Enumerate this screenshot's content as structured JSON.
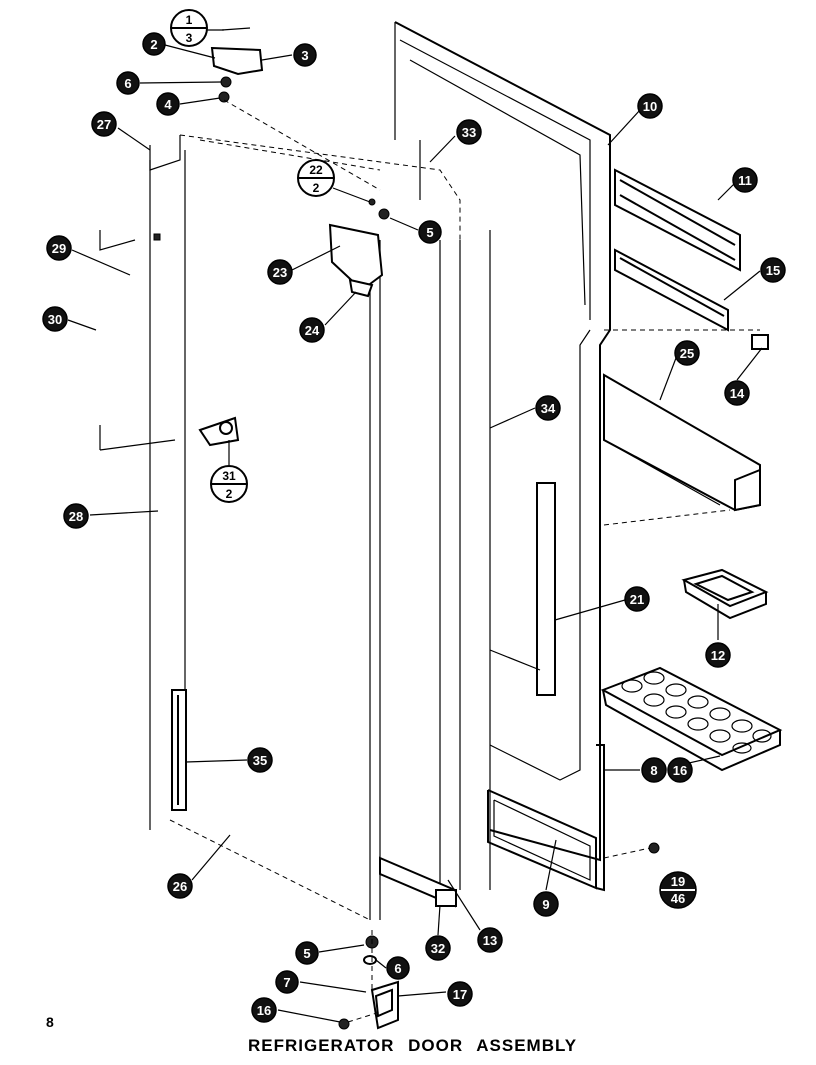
{
  "title": "REFRIGERATOR   DOOR   ASSEMBLY",
  "page_number": "8",
  "callouts": {
    "c1_3": {
      "top": "1",
      "bottom": "3"
    },
    "c2": "2",
    "c3": "3",
    "c6a": "6",
    "c4": "4",
    "c27": "27",
    "c33": "33",
    "c22_2": {
      "top": "22",
      "bottom": "2"
    },
    "c5a": "5",
    "c10": "10",
    "c11": "11",
    "c29": "29",
    "c23": "23",
    "c15": "15",
    "c30": "30",
    "c24": "24",
    "c14": "14",
    "c25": "25",
    "c34": "34",
    "c31_2": {
      "top": "31",
      "bottom": "2"
    },
    "c28": "28",
    "c12": "12",
    "c21": "21",
    "c35": "35",
    "c8": "8",
    "c16a": "16",
    "c26": "26",
    "c9": "9",
    "c19_46": {
      "top": "19",
      "bottom": "46"
    },
    "c32": "32",
    "c13": "13",
    "c5b": "5",
    "c6b": "6",
    "c7": "7",
    "c17": "17",
    "c16b": "16"
  }
}
